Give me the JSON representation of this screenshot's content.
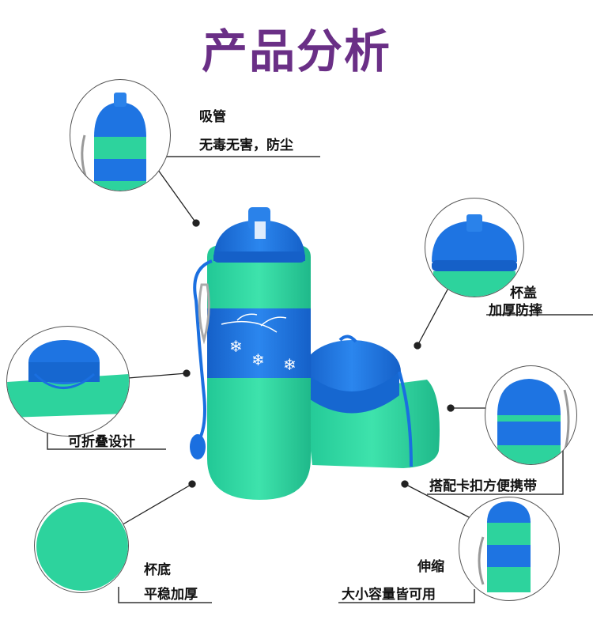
{
  "title": "产品分析",
  "features": {
    "straw": {
      "name": "吸管",
      "desc": "无毒无害，防尘"
    },
    "lid": {
      "name": "杯盖",
      "desc": "加厚防摔"
    },
    "foldable": {
      "name": "可折叠设计"
    },
    "strap": {
      "name": "搭配卡扣方便携带"
    },
    "base": {
      "name": "杯底",
      "desc": "平稳加厚"
    },
    "telescopic": {
      "name": "伸缩",
      "desc": "大小容量皆可用"
    }
  },
  "colors": {
    "title": "#6a2f86",
    "bottle_green": "#2ed39e",
    "bottle_blue": "#1c74e0"
  }
}
